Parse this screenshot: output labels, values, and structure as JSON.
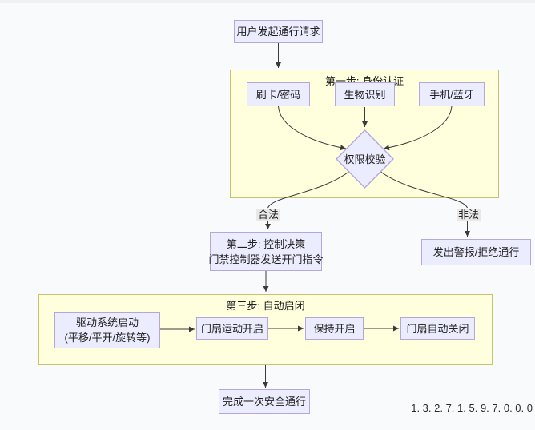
{
  "page": {
    "watermark": "1. 3. 2. 7. 1. 5. 9. 7. 0. 0. 0"
  },
  "colors": {
    "node_fill": "#ececff",
    "node_border": "#b5a7dd",
    "cluster_fill": "#ffffde",
    "cluster_border": "#c5c46e",
    "edge_line": "#3a3a3a",
    "edge_label_bg": "#e8e8e8",
    "page_bg": "#f9fafb"
  },
  "clusters": {
    "step1_title": "第一步: 身份认证",
    "step3_title": "第三步: 自动启闭"
  },
  "nodes": {
    "start": "用户发起通行请求",
    "card": "刷卡/密码",
    "bio": "生物识别",
    "phone": "手机/蓝牙",
    "check": "权限校验",
    "decision_line1": "第二步: 控制决策",
    "decision_line2": "门禁控制器发送开门指令",
    "alarm": "发出警报/拒绝通行",
    "drive_line1": "驱动系统启动",
    "drive_line2": "(平移/平开/旋转等)",
    "open": "门扇运动开启",
    "hold": "保持开启",
    "close": "门扇自动关闭",
    "finish": "完成一次安全通行"
  },
  "edge_labels": {
    "legal": "合法",
    "illegal": "非法"
  }
}
